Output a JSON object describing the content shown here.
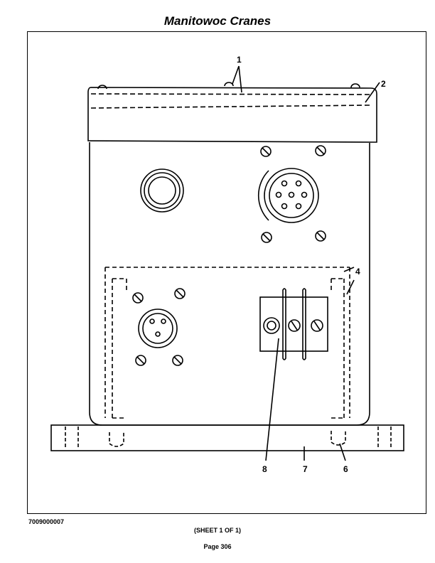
{
  "header": {
    "title": "Manitowoc Cranes"
  },
  "figure": {
    "callouts": [
      "1",
      "2",
      "4",
      "6",
      "7",
      "8"
    ],
    "id": "7009000007"
  },
  "footer": {
    "sheet": "(SHEET 1 OF 1)",
    "page": "Page 306"
  }
}
